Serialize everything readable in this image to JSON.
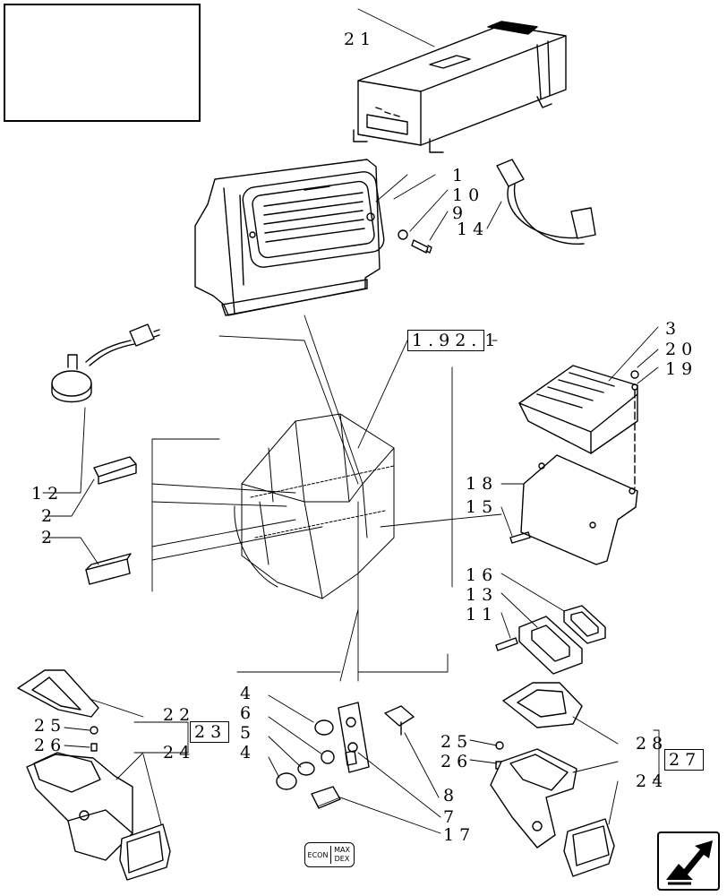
{
  "labels": {
    "l21": "21",
    "l1": "1",
    "l10": "10",
    "l9": "9",
    "l14": "14",
    "ref": "1.92.",
    "ref_suffix": "1",
    "l3": "3",
    "l20": "20",
    "l19": "19",
    "l12": "12",
    "l2a": "2",
    "l2b": "2",
    "l18": "18",
    "l15": "15",
    "l16": "16",
    "l13": "13",
    "l11": "11",
    "l22": "22",
    "l23": "23",
    "l25a": "25",
    "l26a": "26",
    "l24a": "24",
    "l4a": "4",
    "l6": "6",
    "l5": "5",
    "l4b": "4",
    "l8": "8",
    "l7": "7",
    "l17": "17",
    "l25b": "25",
    "l26b": "26",
    "l28": "28",
    "l27": "27",
    "l24b": "24"
  },
  "switch_badge": {
    "left": "ECON",
    "right_top": "MAX",
    "right_bottom": "DEX"
  },
  "icons": [
    "tractor-thumbnail-icon",
    "next-page-arrow-icon"
  ]
}
